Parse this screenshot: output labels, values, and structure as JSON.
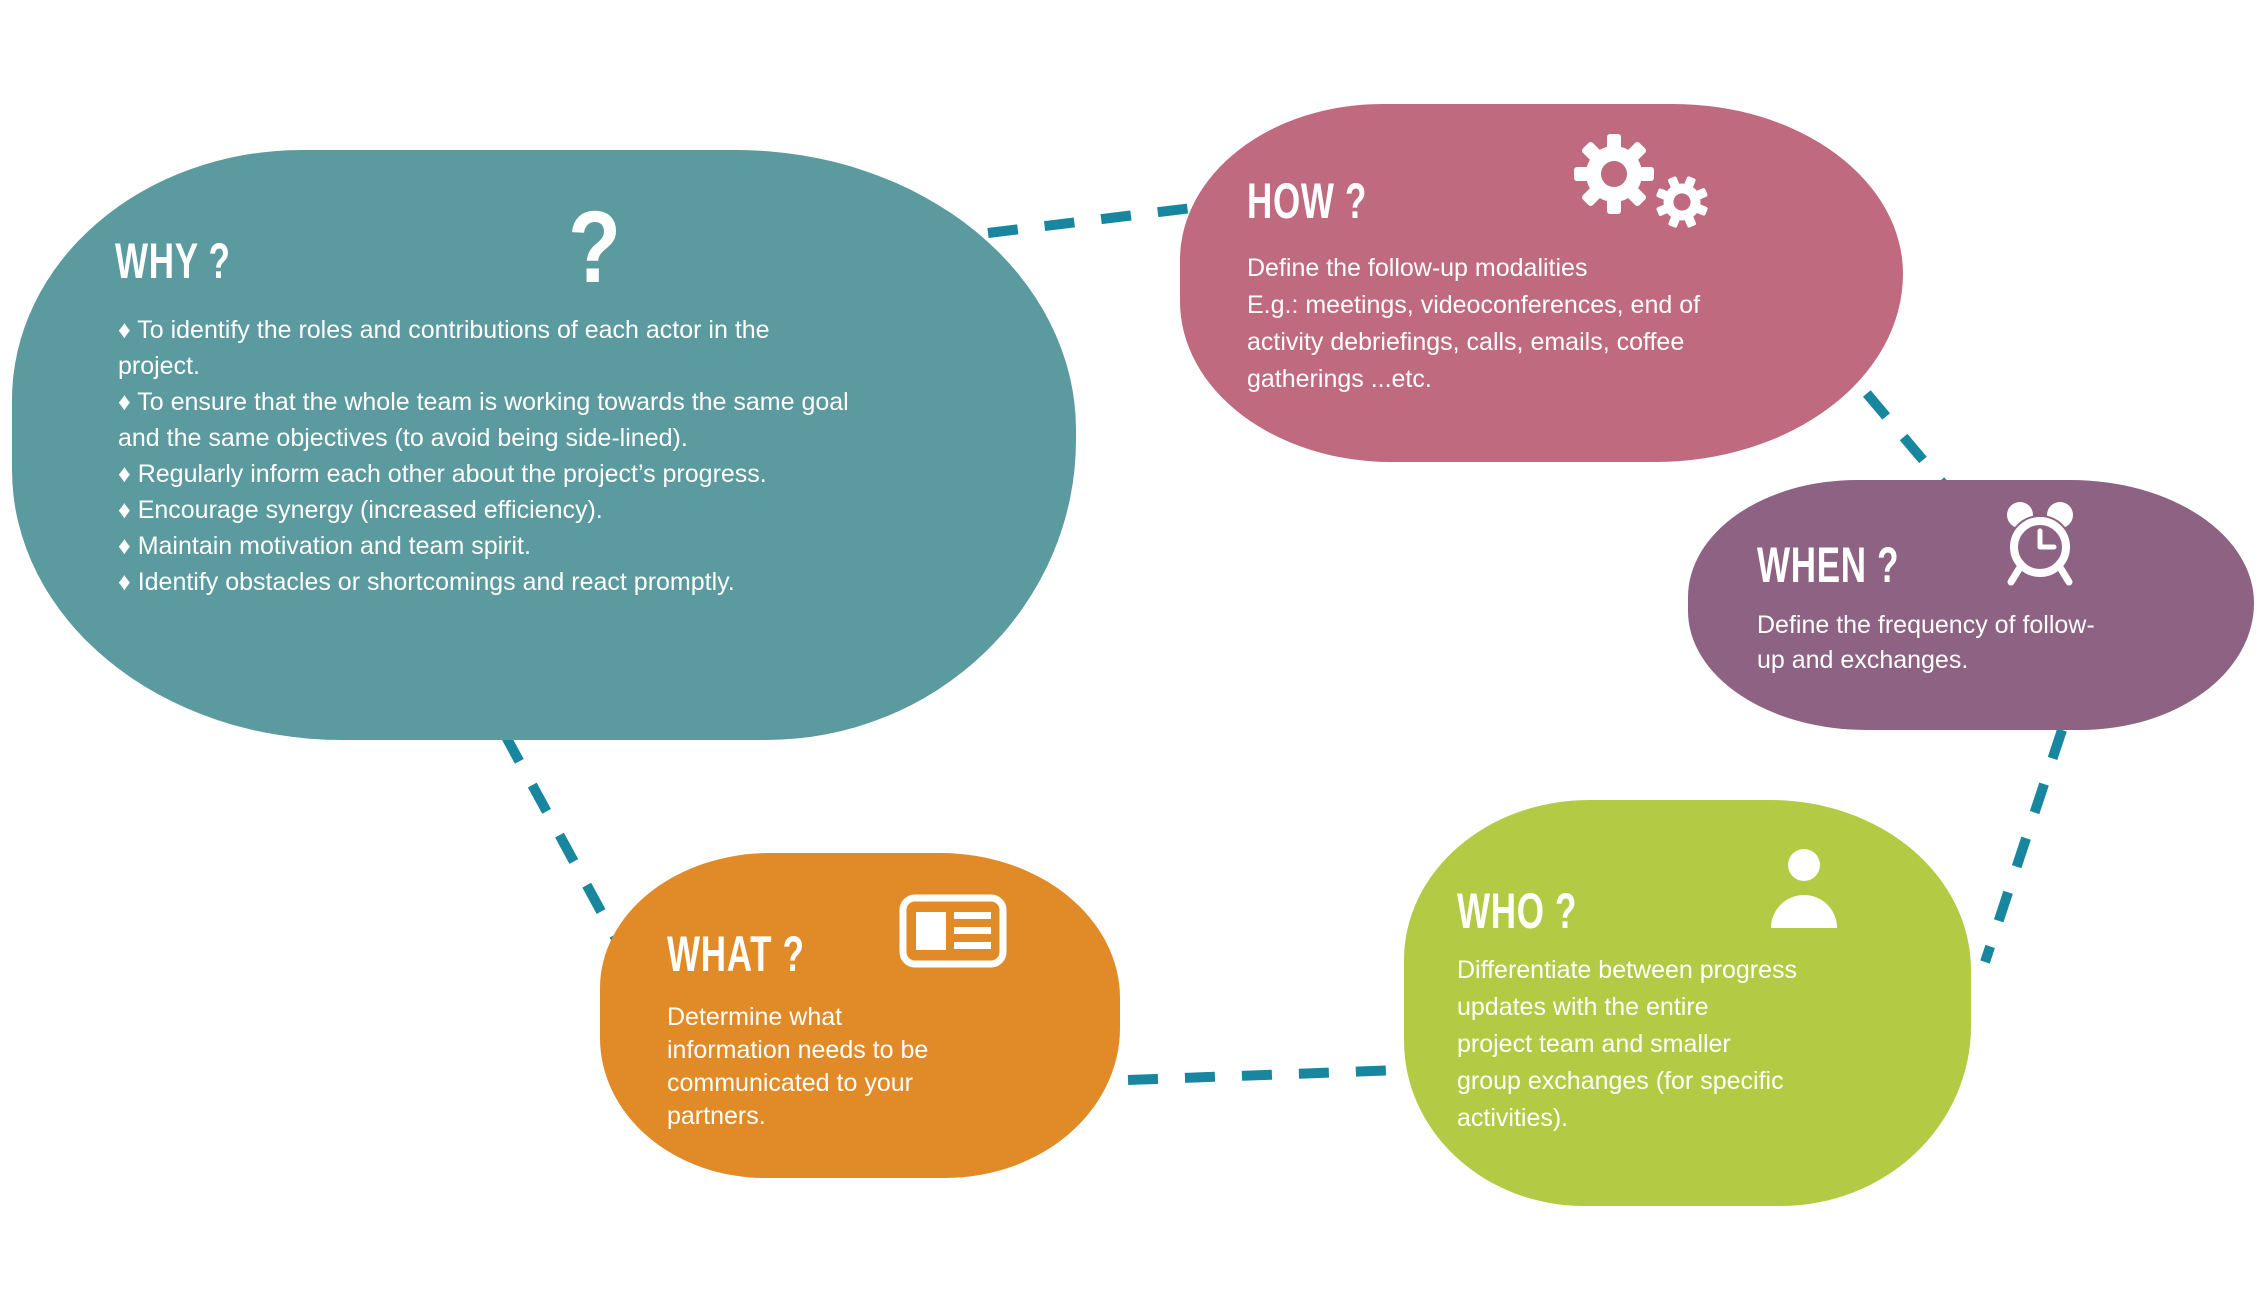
{
  "colors": {
    "why": "#5b9a9e",
    "how": "#bf6a7e",
    "when": "#8d6282",
    "who": "#b3cb44",
    "what": "#e08a28",
    "connector": "#18869e",
    "text": "#ffffff"
  },
  "blobs": {
    "why": {
      "title": "WHY ?",
      "big_mark": "?",
      "lines": [
        "♦ To identify the roles and contributions of each actor in the",
        "project.",
        "♦ To ensure that the whole team is working towards the same goal",
        "and the same objectives (to avoid being side-lined).",
        "♦ Regularly inform each other about the project’s progress.",
        "♦ Encourage synergy (increased efficiency).",
        "♦ Maintain motivation and team spirit.",
        "♦ Identify obstacles or shortcomings and react promptly."
      ]
    },
    "how": {
      "title": "HOW ?",
      "icon": "gears-icon",
      "lines": [
        "Define the follow-up modalities",
        "E.g.: meetings, videoconferences, end of",
        "activity debriefings, calls, emails, coffee",
        "gatherings ...etc."
      ]
    },
    "when": {
      "title": "WHEN ?",
      "icon": "alarm-clock-icon",
      "lines": [
        "Define the frequency of follow-",
        "up and exchanges."
      ]
    },
    "who": {
      "title": "WHO ?",
      "icon": "person-icon",
      "lines": [
        "Differentiate between progress",
        "updates with the entire",
        "project team and smaller",
        "group exchanges (for specific",
        "activities)."
      ]
    },
    "what": {
      "title": "WHAT ?",
      "icon": "id-card-icon",
      "lines": [
        "Determine what",
        "information needs to be",
        "communicated to your",
        "partners."
      ]
    }
  }
}
